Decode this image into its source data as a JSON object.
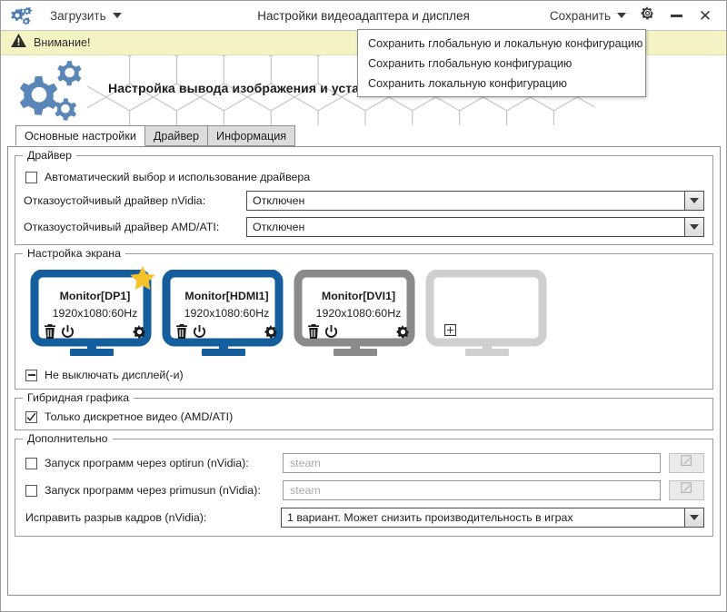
{
  "titlebar": {
    "app_icon": "gears-icon",
    "load_label": "Загрузить",
    "title": "Настройки видеоадаптера и дисплея",
    "save_label": "Сохранить",
    "settings_icon": "gear-icon",
    "minimize_icon": "minimize-icon",
    "close_icon": "close-icon",
    "close_glyph": "✕"
  },
  "save_menu": {
    "items": [
      "Сохранить глобальную и локальную конфигурацию",
      "Сохранить глобальную конфигурацию",
      "Сохранить локальную конфигурацию"
    ]
  },
  "warning": {
    "icon": "warning-triangle-icon",
    "text": "Внимание!",
    "background": "#f5f2c4"
  },
  "banner": {
    "icon": "gears-icon",
    "title": "Настройка вывода изображения и установка драйвера видеокарты"
  },
  "tabs": [
    {
      "label": "Основные настройки",
      "active": true
    },
    {
      "label": "Драйвер",
      "active": false
    },
    {
      "label": "Информация",
      "active": false
    }
  ],
  "driver_group": {
    "title": "Драйвер",
    "auto_checkbox": {
      "label": "Автоматический выбор и использование драйвера",
      "checked": false
    },
    "nvidia": {
      "label": "Отказоустойчивый драйвер nVidia:",
      "value": "Отключен"
    },
    "amd": {
      "label": "Отказоустойчивый драйвер AMD/ATI:",
      "value": "Отключен"
    }
  },
  "screen_group": {
    "title": "Настройка экрана",
    "monitors": [
      {
        "name": "Monitor[DP1]",
        "resolution": "1920x1080:60Hz",
        "primary": true,
        "enabled": true,
        "color": "#155e9e",
        "icons": [
          "trash-icon",
          "power-icon",
          "gear-icon"
        ]
      },
      {
        "name": "Monitor[HDMI1]",
        "resolution": "1920x1080:60Hz",
        "primary": false,
        "enabled": true,
        "color": "#155e9e",
        "icons": [
          "trash-icon",
          "power-icon",
          "gear-icon"
        ]
      },
      {
        "name": "Monitor[DVI1]",
        "resolution": "1920x1080:60Hz",
        "primary": false,
        "enabled": false,
        "color": "#8a8a8a",
        "icons": [
          "trash-icon",
          "power-icon",
          "gear-icon"
        ]
      },
      {
        "name": "",
        "resolution": "",
        "primary": false,
        "enabled": false,
        "color": "#cfcfcf",
        "icons": [
          "plus-box-icon"
        ],
        "add_slot": true
      }
    ],
    "keep_on_checkbox": {
      "label": "Не выключать дисплей(-и)",
      "state": "indeterminate"
    }
  },
  "hybrid_group": {
    "title": "Гибридная графика",
    "discrete_checkbox": {
      "label": "Только дискретное видео (AMD/ATI)",
      "checked": true
    }
  },
  "extra_group": {
    "title": "Дополнительно",
    "optirun": {
      "label": "Запуск программ через optirun (nVidia):",
      "checked": false,
      "placeholder": "steam",
      "edit_icon": "pencil-edit-icon"
    },
    "primusun": {
      "label": "Запуск программ через primusun (nVidia):",
      "checked": false,
      "placeholder": "steam",
      "edit_icon": "pencil-edit-icon"
    },
    "tearfix": {
      "label": "Исправить разрыв кадров (nVidia):",
      "value": "1 вариант. Может снизить производительность в играх"
    }
  },
  "colors": {
    "accent_blue": "#155e9e",
    "star_yellow": "#f5c12a",
    "disabled_gray": "#8a8a8a",
    "warning_bg": "#f5f2c4"
  }
}
